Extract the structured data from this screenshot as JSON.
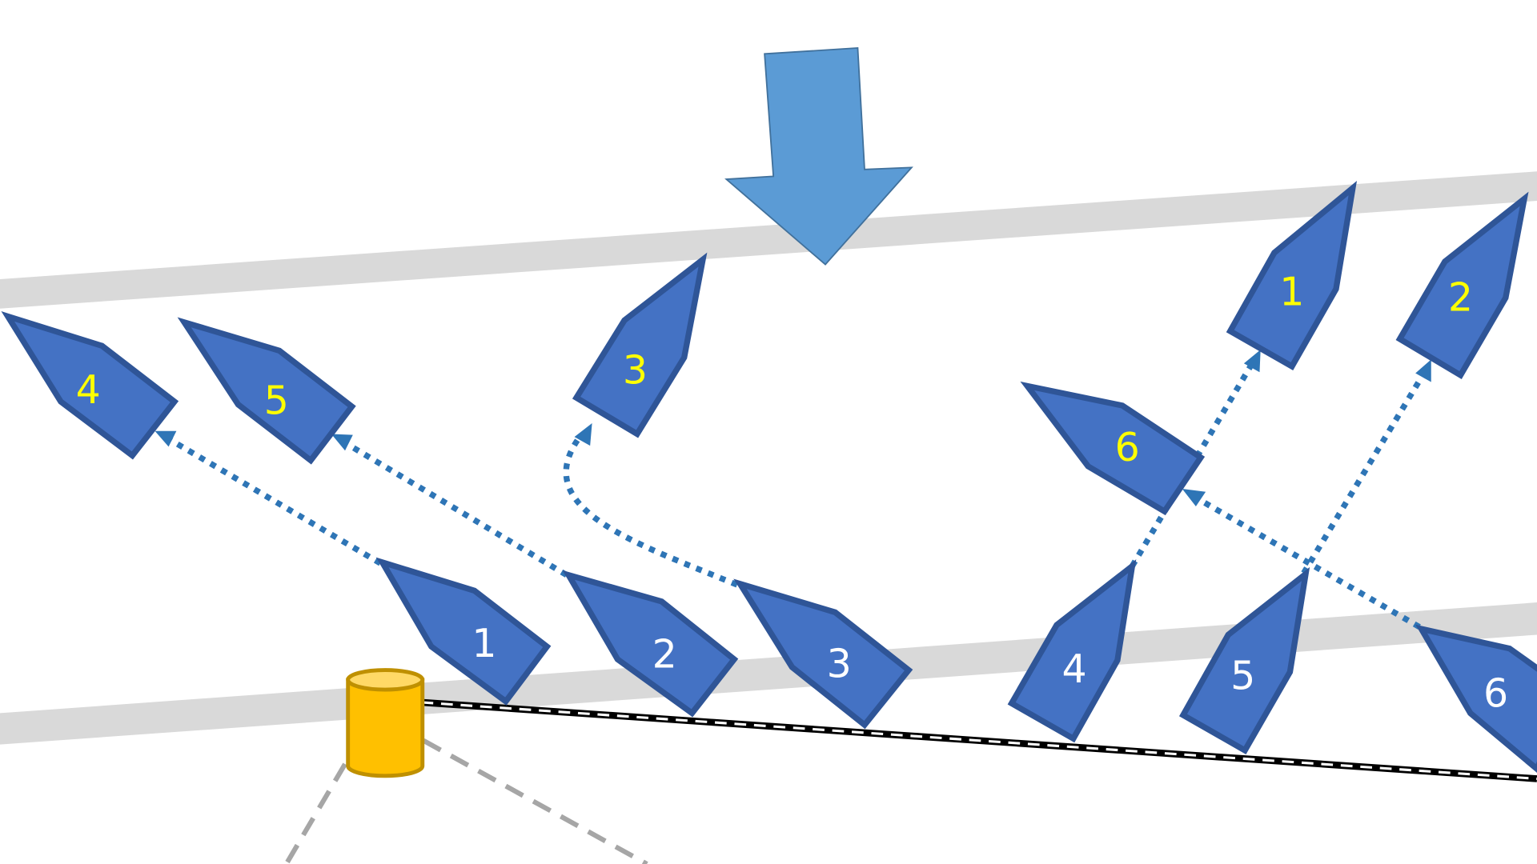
{
  "diagram": {
    "title": "",
    "colors": {
      "lane": "#d9d9d9",
      "ship_fill": "#4472c4",
      "ship_stroke": "#2f5597",
      "path": "#2e75b6",
      "label_before": "#ffffff",
      "label_after": "#ffff00",
      "wind_arrow": "#5b9bd5",
      "buoy": "#ffc000"
    },
    "ships_before": [
      {
        "id": "1",
        "label": "1"
      },
      {
        "id": "2",
        "label": "2"
      },
      {
        "id": "3",
        "label": "3"
      },
      {
        "id": "4",
        "label": "4"
      },
      {
        "id": "5",
        "label": "5"
      },
      {
        "id": "6",
        "label": "6"
      }
    ],
    "ships_after": [
      {
        "id": "1",
        "label": "1"
      },
      {
        "id": "2",
        "label": "2"
      },
      {
        "id": "3",
        "label": "3"
      },
      {
        "id": "4",
        "label": "4"
      },
      {
        "id": "5",
        "label": "5"
      },
      {
        "id": "6",
        "label": "6"
      }
    ],
    "icons": {
      "wind": "down-arrow-icon",
      "buoy": "cylinder-buoy-icon",
      "cable": "striped-cable-line"
    }
  }
}
